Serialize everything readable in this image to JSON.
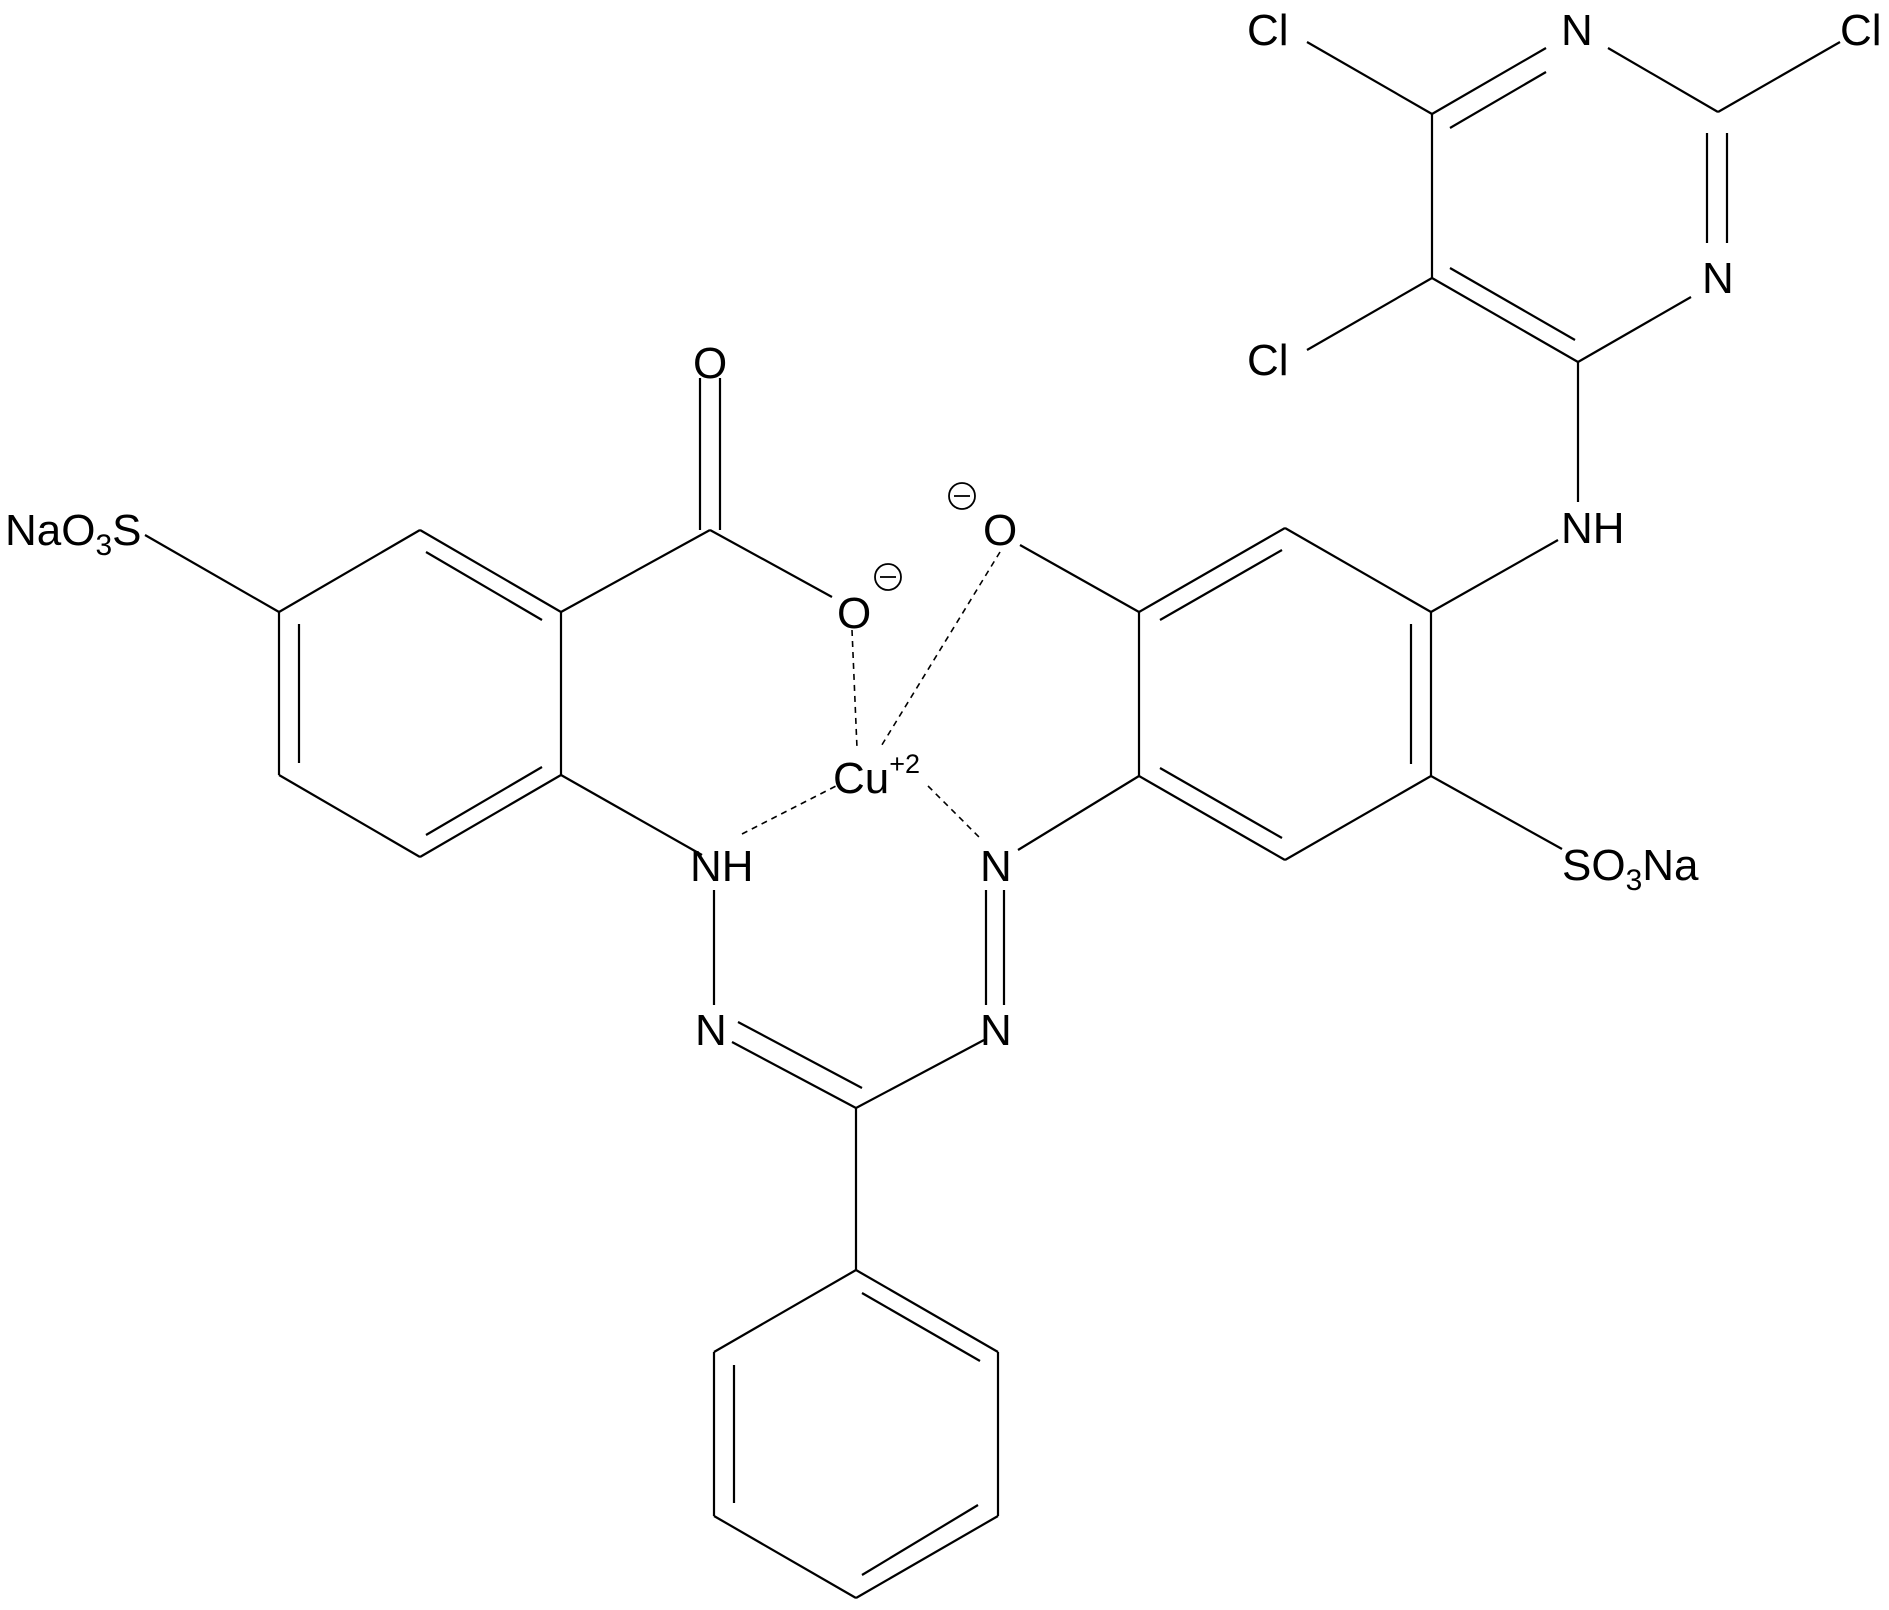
{
  "structure": {
    "labels": {
      "na_o3_s": {
        "main1": "NaO",
        "sub": "3",
        "main2": "S"
      },
      "o3s_na": {
        "main1": "SO",
        "sub": "3",
        "main2": "Na"
      },
      "carbonyl_o": "O",
      "carboxylate_o": "O",
      "phenoxide_o": "O",
      "copper": {
        "symbol": "Cu",
        "charge": "+2"
      },
      "nh_left": "NH",
      "n_azo": "N",
      "n_formazan_left": "N",
      "n_formazan_right": "N",
      "nh_amino": "NH",
      "n_pyrimidine_1": "N",
      "n_pyrimidine_3": "N",
      "cl_1": "Cl",
      "cl_2": "Cl",
      "cl_3": "Cl"
    },
    "anion_charges": [
      "carboxylate",
      "phenoxide"
    ],
    "bond_style": {
      "color": "#000000",
      "coordination": "dashed"
    }
  }
}
